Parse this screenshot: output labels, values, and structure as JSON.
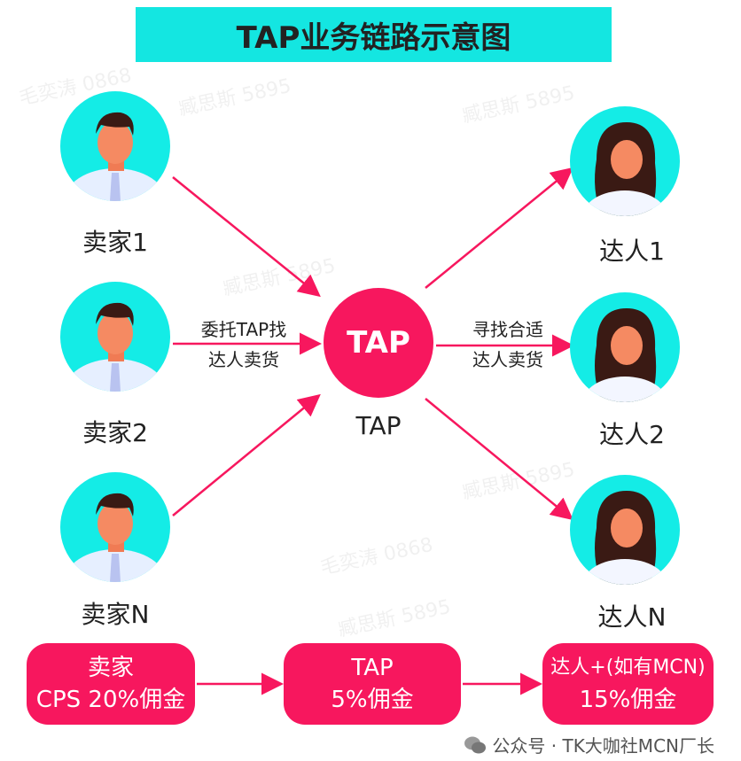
{
  "title": "TAP业务链路示意图",
  "sellers": [
    {
      "label": "卖家1"
    },
    {
      "label": "卖家2"
    },
    {
      "label": "卖家N"
    }
  ],
  "influencers": [
    {
      "label": "达人1"
    },
    {
      "label": "达人2"
    },
    {
      "label": "达人N"
    }
  ],
  "center": {
    "circle_text": "TAP",
    "label": "TAP"
  },
  "left_arrow_text": [
    "委托TAP找",
    "达人卖货"
  ],
  "right_arrow_text": [
    "寻找合适",
    "达人卖货"
  ],
  "flow": [
    {
      "line1": "卖家",
      "line2": "CPS 20%佣金"
    },
    {
      "line1": "TAP",
      "line2": "5%佣金"
    },
    {
      "line1": "达人+(如有MCN)",
      "line2": "15%佣金"
    }
  ],
  "credit": "公众号 · TK大咖社MCN厂长",
  "watermarks": [
    "毛奕涛 0868",
    "臧思斯 5895"
  ],
  "colors": {
    "accent": "#f7175e",
    "title_bg": "#14e6e1",
    "avatar_bg": "#14ece6"
  }
}
